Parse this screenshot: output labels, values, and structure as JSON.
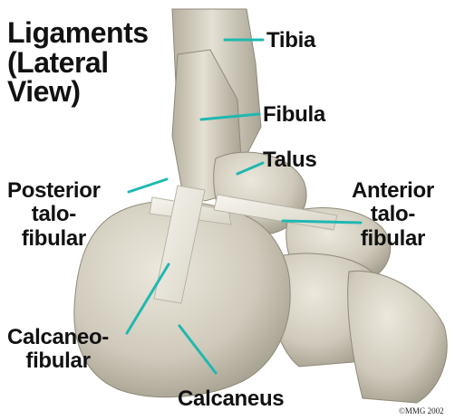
{
  "title": {
    "lines": [
      "Ligaments",
      "(Lateral",
      "View)"
    ]
  },
  "labels": {
    "tibia": "Tibia",
    "fibula": "Fibula",
    "talus": "Talus",
    "anterior_talofibular": [
      "Anterior",
      "talo-",
      "fibular"
    ],
    "posterior_talofibular": [
      "Posterior",
      "talo-",
      "fibular"
    ],
    "calcaneofibular": [
      "Calcaneo-",
      "fibular"
    ],
    "calcaneus": "Calcaneus"
  },
  "copyright": "©MMG 2002",
  "colors": {
    "bone": "#d9d5c6",
    "bone_shadow": "#9c9786",
    "ligament": "#ece9df",
    "leader_line": "#1fb8b0",
    "text": "#111111"
  }
}
